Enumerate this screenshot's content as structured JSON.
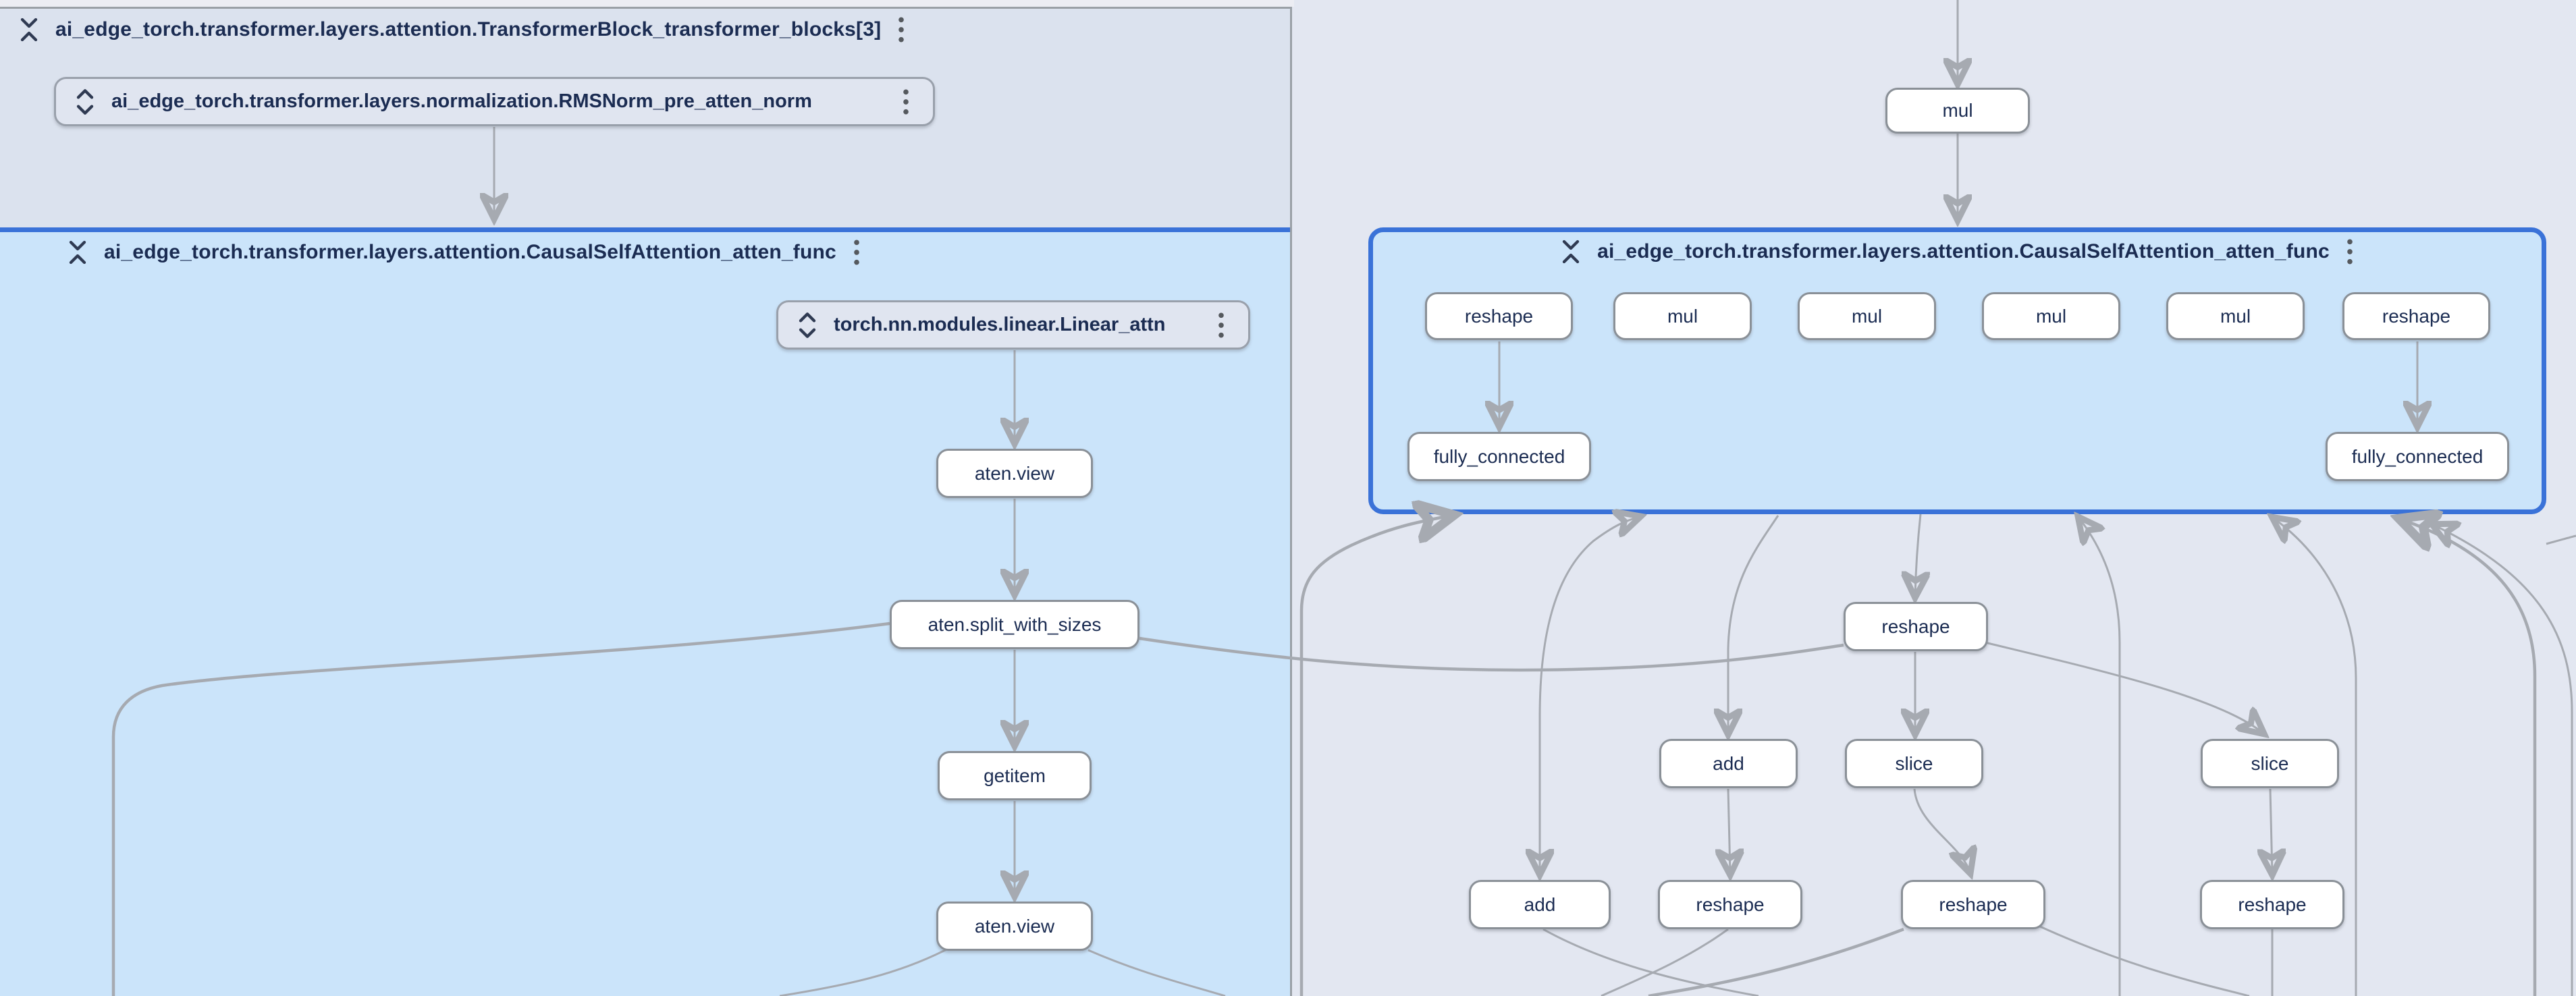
{
  "app": {
    "view": "model-graph-canvas"
  },
  "colors": {
    "selection_blue": "#3a72d8",
    "expanded_layer_fill": "#cbe4fa",
    "parent_layer_fill": "#dbe2ee",
    "canvas_background": "#e3e7f1",
    "edge_gray": "#a6aab1",
    "node_border": "#8a9097",
    "text_navy": "#1b2c52"
  },
  "icons": {
    "collapse": "unfold-less-icon",
    "expand": "unfold-more-icon",
    "menu": "kebab-menu-icon"
  },
  "tb": {
    "title": "ai_edge_torch.transformer.layers.attention.TransformerBlock_transformer_blocks[3]"
  },
  "rms": {
    "label": "ai_edge_torch.transformer.layers.normalization.RMSNorm_pre_atten_norm"
  },
  "left_panel": {
    "title": "ai_edge_torch.transformer.layers.attention.CausalSelfAttention_atten_func"
  },
  "linear": {
    "label": "torch.nn.modules.linear.Linear_attn"
  },
  "top_node": {
    "label": "mul"
  },
  "left_nodes": [
    {
      "label": "aten.view"
    },
    {
      "label": "aten.split_with_sizes"
    },
    {
      "label": "getitem"
    },
    {
      "label": "aten.view"
    }
  ],
  "right_panel": {
    "title": "ai_edge_torch.transformer.layers.attention.CausalSelfAttention_atten_func",
    "nodes": [
      {
        "label": "reshape"
      },
      {
        "label": "mul"
      },
      {
        "label": "mul"
      },
      {
        "label": "mul"
      },
      {
        "label": "mul"
      },
      {
        "label": "reshape"
      },
      {
        "label": "fully_connected"
      },
      {
        "label": "fully_connected"
      }
    ]
  },
  "right_nodes": [
    {
      "label": "reshape"
    },
    {
      "label": "add"
    },
    {
      "label": "slice"
    },
    {
      "label": "slice"
    },
    {
      "label": "add"
    },
    {
      "label": "reshape"
    },
    {
      "label": "reshape"
    },
    {
      "label": "reshape"
    }
  ]
}
